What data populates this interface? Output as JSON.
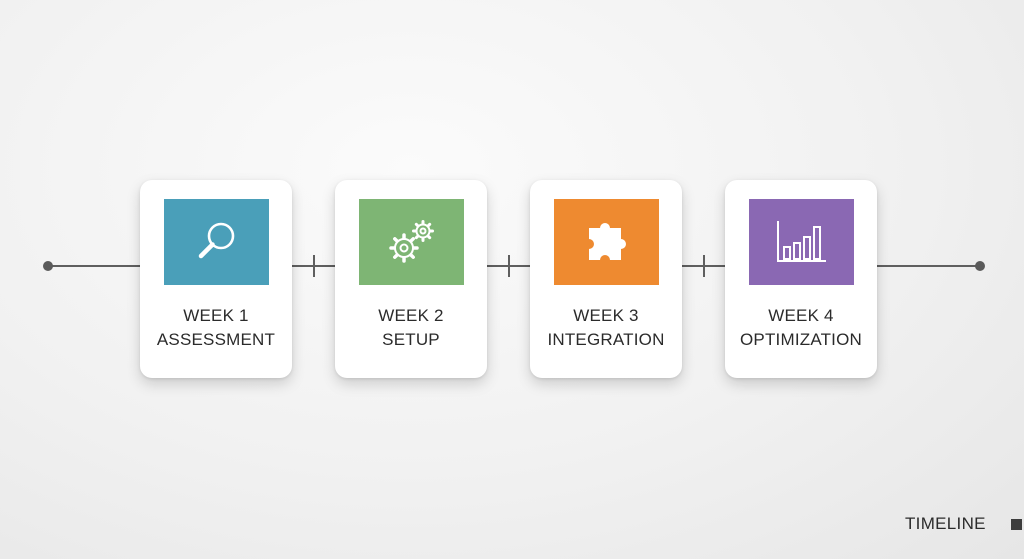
{
  "steps": [
    {
      "week": "WEEK 1",
      "title": "ASSESSMENT",
      "icon": "magnifier-icon",
      "color": "#4a9fb9"
    },
    {
      "week": "WEEK 2",
      "title": "SETUP",
      "icon": "gears-icon",
      "color": "#7eb574"
    },
    {
      "week": "WEEK 3",
      "title": "INTEGRATION",
      "icon": "puzzle-piece-icon",
      "color": "#ee8a30"
    },
    {
      "week": "WEEK 4",
      "title": "OPTIMIZATION",
      "icon": "bar-chart-icon",
      "color": "#8a68b3"
    }
  ],
  "footer": {
    "label": "TIMELINE"
  }
}
